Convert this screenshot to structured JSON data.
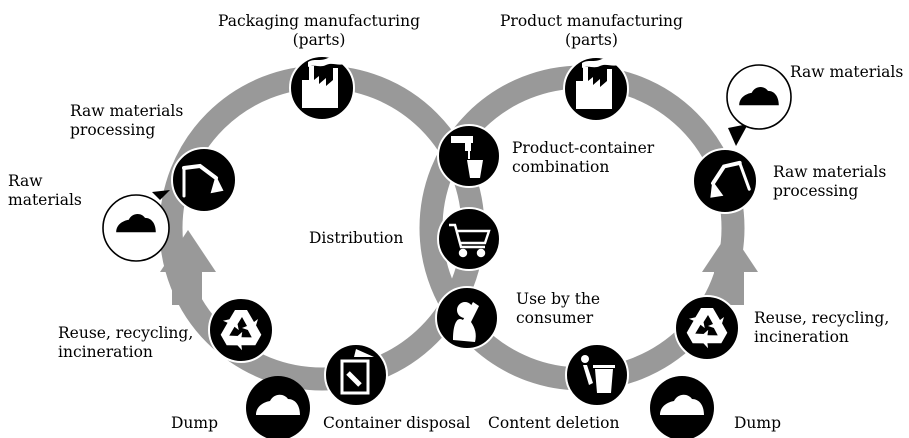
{
  "diagram": {
    "labels": {
      "packaging_manufacturing": "Packaging manufacturing\n(parts)",
      "product_manufacturing": "Product manufacturing\n(parts)",
      "raw_materials_left": "Raw\nmaterials",
      "raw_materials_processing_left": "Raw materials\nprocessing",
      "raw_materials_right": "Raw materials",
      "raw_materials_processing_right": "Raw materials\nprocessing",
      "product_container_combination": "Product-container\ncombination",
      "distribution": "Distribution",
      "use_by_consumer": "Use by the\nconsumer",
      "reuse_left": "Reuse, recycling,\nincineration",
      "reuse_right": "Reuse, recycling,\nincineration",
      "dump_left": "Dump",
      "dump_right": "Dump",
      "container_disposal": "Container disposal",
      "content_deletion": "Content deletion"
    },
    "icons": [
      "factory-icon",
      "factory-icon",
      "excavator-icon",
      "excavator-icon",
      "tap-glass-icon",
      "shopping-cart-icon",
      "drinking-person-icon",
      "recycle-icon",
      "recycle-icon",
      "disposal-icon",
      "trash-bin-icon",
      "rock-pile-icon",
      "rock-pile-icon",
      "raw-material-icon",
      "raw-material-icon"
    ],
    "colors": {
      "ring": "#999999",
      "icon_bg": "#000000",
      "icon_fg": "#ffffff"
    }
  }
}
